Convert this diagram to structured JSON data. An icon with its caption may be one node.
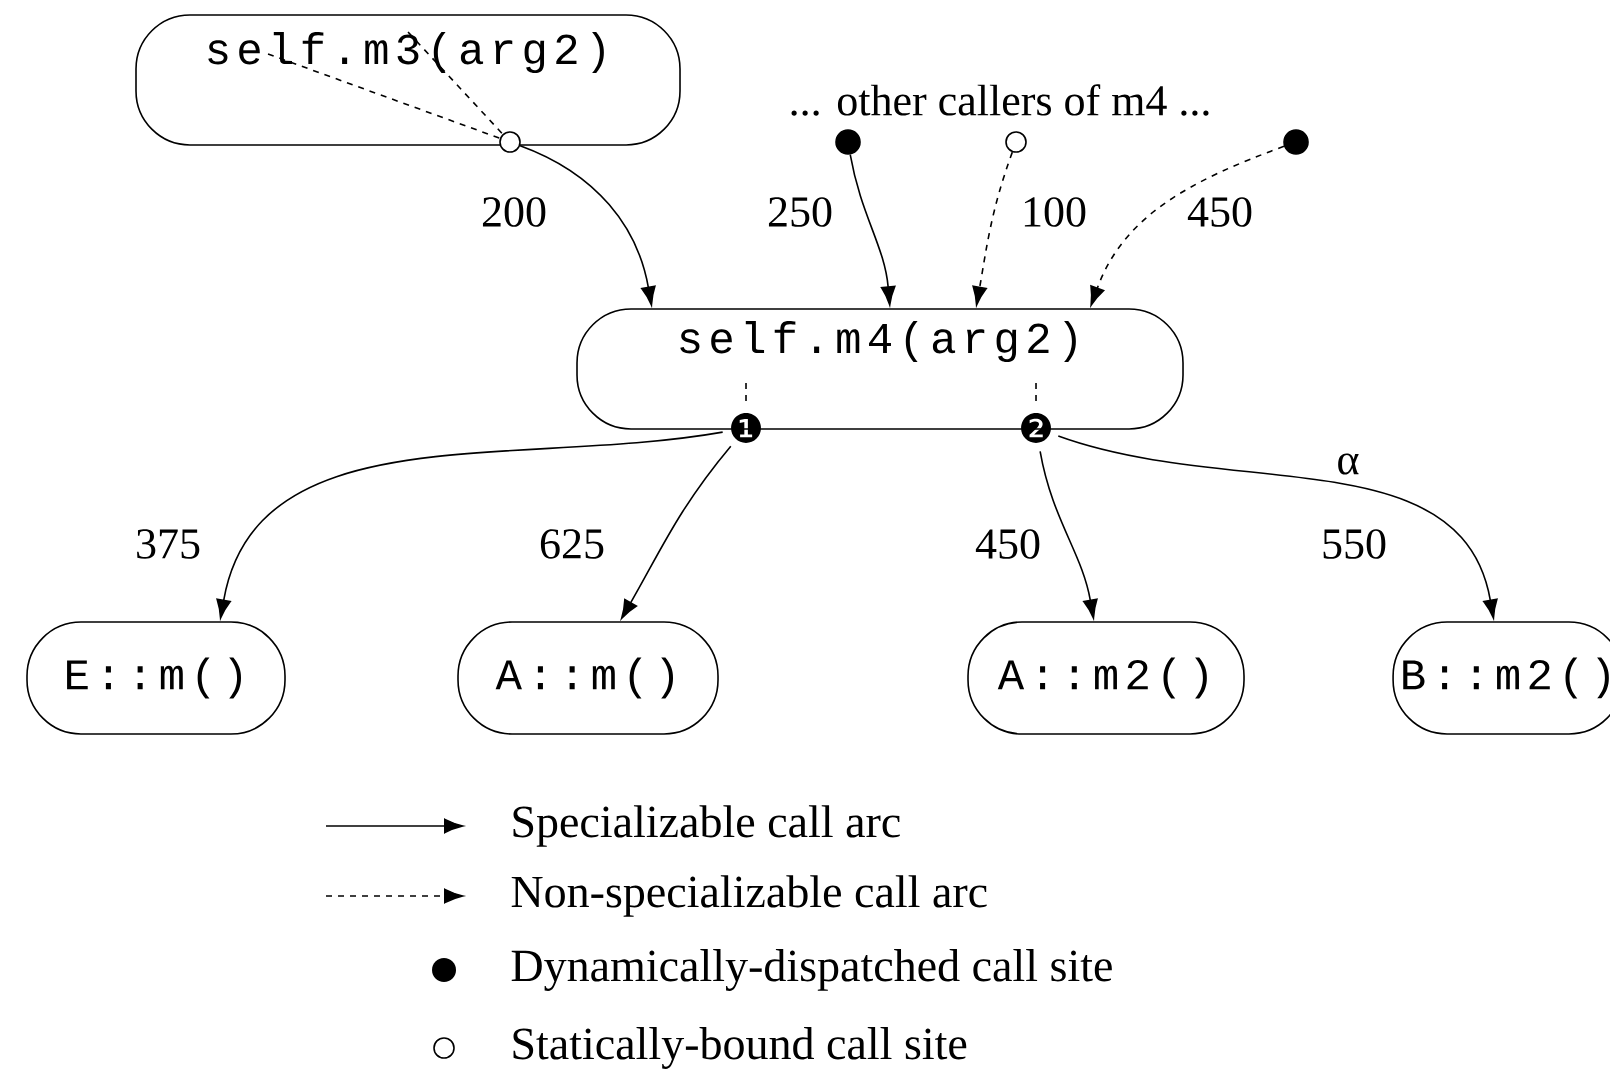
{
  "diagram": {
    "nodes": [
      {
        "text": [
          "self.m3(arg2)"
        ]
      },
      {
        "text": [],
        "shape": "circle"
      },
      {
        "text": [],
        "shape": "dot"
      },
      {
        "text": [],
        "shape": "circle"
      },
      {
        "text": [],
        "shape": "dot"
      },
      {
        "text": [
          "self.m4(arg2)"
        ]
      },
      {
        "text": [
          "❶"
        ]
      },
      {
        "text": [
          "❷"
        ]
      },
      {
        "text": [
          "E::m()"
        ]
      },
      {
        "text": [
          "A::m()"
        ]
      },
      {
        "text": [
          "A::m2()"
        ]
      },
      {
        "text": [
          "B::m2()"
        ]
      }
    ],
    "edges": [
      {
        "from": 0,
        "to": 1,
        "arrow": "none",
        "style": "dashed"
      },
      {
        "from": 0,
        "to": 1,
        "arrow": "none",
        "style": "dashed"
      },
      {
        "from": 1,
        "to": 5,
        "arrow": "to",
        "label": "200"
      },
      {
        "from": 2,
        "to": 5,
        "arrow": "to",
        "label": "250"
      },
      {
        "from": 3,
        "to": 5,
        "arrow": "to",
        "style": "dashed",
        "label": "100"
      },
      {
        "from": 4,
        "to": 5,
        "arrow": "to",
        "style": "dashed",
        "label": "450"
      },
      {
        "from": 5,
        "to": 6,
        "arrow": "none",
        "style": "dashed"
      },
      {
        "from": 5,
        "to": 7,
        "arrow": "none",
        "style": "dashed"
      },
      {
        "from": 6,
        "to": 8,
        "arrow": "to",
        "label": "375"
      },
      {
        "from": 6,
        "to": 9,
        "arrow": "to",
        "label": "625"
      },
      {
        "from": 7,
        "to": 10,
        "arrow": "to",
        "label": "450"
      },
      {
        "from": 7,
        "to": 11,
        "arrow": "to",
        "label": "550"
      }
    ],
    "labels": [
      "... other callers of m4 ...",
      "α"
    ],
    "legend": [
      {
        "text": "Specializable call arc"
      },
      {
        "text": "Non-specializable call arc"
      },
      {
        "text": "Dynamically-dispatched call site"
      },
      {
        "text": "Statically-bound call site"
      }
    ]
  }
}
